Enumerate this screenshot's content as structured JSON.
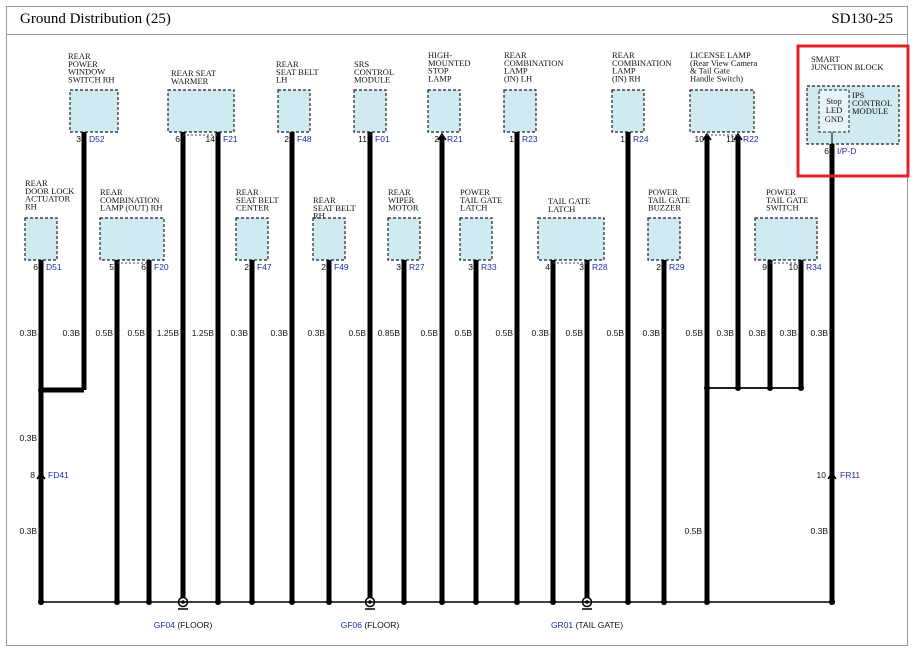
{
  "header": {
    "title": "Ground Distribution (25)",
    "code": "SD130-25"
  },
  "components": [
    {
      "name": "rear-power-window-switch-rh",
      "label": [
        "REAR",
        "POWER",
        "WINDOW",
        "SWITCH RH"
      ],
      "pins": [
        {
          "pin": "3"
        }
      ],
      "connector": "D52",
      "wire": "0.3B"
    },
    {
      "name": "rear-seat-warmer",
      "label": [
        "REAR SEAT",
        "WARMER"
      ],
      "pins": [
        {
          "pin": "6"
        },
        {
          "pin": "14"
        }
      ],
      "connector": "F21",
      "wires": [
        "1.25B",
        "1.25B"
      ]
    },
    {
      "name": "rear-seat-belt-lh",
      "label": [
        "REAR",
        "SEAT BELT",
        "LH"
      ],
      "pins": [
        {
          "pin": "2"
        }
      ],
      "connector": "F48",
      "wire": "0.3B"
    },
    {
      "name": "srs-control-module",
      "label": [
        "SRS",
        "CONTROL",
        "MODULE"
      ],
      "pins": [
        {
          "pin": "11"
        }
      ],
      "connector": "F01",
      "wire": "0.5B"
    },
    {
      "name": "high-mounted-stop-lamp",
      "label": [
        "HIGH-",
        "MOUNTED",
        "STOP",
        "LAMP"
      ],
      "pins": [
        {
          "pin": "2"
        }
      ],
      "connector": "R21",
      "wire": "0.5B"
    },
    {
      "name": "rear-combination-lamp-in-lh",
      "label": [
        "REAR",
        "COMBINATION",
        "LAMP",
        "(IN) LH"
      ],
      "pins": [
        {
          "pin": "1"
        }
      ],
      "connector": "R23",
      "wire": "0.5B"
    },
    {
      "name": "rear-combination-lamp-in-rh",
      "label": [
        "REAR",
        "COMBINATION",
        "LAMP",
        "(IN) RH"
      ],
      "pins": [
        {
          "pin": "1"
        }
      ],
      "connector": "R24",
      "wire": "0.5B"
    },
    {
      "name": "license-lamp",
      "label": [
        "LICENSE LAMP",
        "(Rear View Camera",
        "& Tail Gate",
        "Handle Switch)"
      ],
      "pins": [
        {
          "pin": "10"
        },
        {
          "pin": "11"
        }
      ],
      "connector": "R22",
      "wires": [
        "0.5B",
        "0.3B"
      ]
    },
    {
      "name": "smart-junction-block",
      "label": [
        "SMART",
        "JUNCTION BLOCK"
      ],
      "inner": {
        "left": [
          "Stop",
          "LED",
          "GND"
        ],
        "right": [
          "IPS",
          "CONTROL",
          "MODULE"
        ]
      },
      "pins": [
        {
          "pin": "6"
        }
      ],
      "connector": "I/P-D",
      "wire": "0.3B"
    },
    {
      "name": "rear-door-lock-actuator-rh",
      "label": [
        "REAR",
        "DOOR LOCK",
        "ACTUATOR",
        "RH"
      ],
      "pins": [
        {
          "pin": "6"
        }
      ],
      "connector": "D51",
      "wire": "0.3B"
    },
    {
      "name": "rear-combination-lamp-out-rh",
      "label": [
        "REAR",
        "COMBINATION",
        "LAMP (OUT) RH"
      ],
      "pins": [
        {
          "pin": "5"
        },
        {
          "pin": "6"
        }
      ],
      "connector": "F20",
      "wires": [
        "0.5B",
        "0.5B"
      ]
    },
    {
      "name": "rear-seat-belt-center",
      "label": [
        "REAR",
        "SEAT BELT",
        "CENTER"
      ],
      "pins": [
        {
          "pin": "2"
        }
      ],
      "connector": "F47",
      "wire": "0.3B"
    },
    {
      "name": "rear-seat-belt-rh",
      "label": [
        "REAR",
        "SEAT BELT",
        "RH"
      ],
      "pins": [
        {
          "pin": "2"
        }
      ],
      "connector": "F49",
      "wire": "0.3B"
    },
    {
      "name": "rear-wiper-motor",
      "label": [
        "REAR",
        "WIPER",
        "MOTOR"
      ],
      "pins": [
        {
          "pin": "3"
        }
      ],
      "connector": "R27",
      "wire": "0.85B"
    },
    {
      "name": "power-tail-gate-latch",
      "label": [
        "POWER",
        "TAIL GATE",
        "LATCH"
      ],
      "pins": [
        {
          "pin": "3"
        }
      ],
      "connector": "R33",
      "wire": "0.5B"
    },
    {
      "name": "tail-gate-latch",
      "label": [
        "TAIL GATE",
        "LATCH"
      ],
      "pins": [
        {
          "pin": "4"
        },
        {
          "pin": "3"
        }
      ],
      "connector": "R28",
      "wires": [
        "0.3B",
        "0.5B"
      ]
    },
    {
      "name": "power-tail-gate-buzzer",
      "label": [
        "POWER",
        "TAIL GATE",
        "BUZZER"
      ],
      "pins": [
        {
          "pin": "2"
        }
      ],
      "connector": "R29",
      "wire": "0.3B"
    },
    {
      "name": "power-tail-gate-switch",
      "label": [
        "POWER",
        "TAIL GATE",
        "SWITCH"
      ],
      "pins": [
        {
          "pin": "9"
        },
        {
          "pin": "10"
        }
      ],
      "connector": "R34",
      "wires": [
        "0.3B",
        "0.3B"
      ]
    }
  ],
  "junctions": [
    {
      "name": "fd41",
      "pin": "8",
      "connector": "FD41",
      "wire_above": "0.3B",
      "wire_below": "0.3B"
    },
    {
      "name": "fr11",
      "pin": "10",
      "connector": "FR11",
      "wire_below": "0.3B"
    }
  ],
  "lower_wires": [
    {
      "label": "0.5B"
    }
  ],
  "grounds": [
    {
      "name": "gf04",
      "code": "GF04",
      "location": "(FLOOR)"
    },
    {
      "name": "gf06",
      "code": "GF06",
      "location": "(FLOOR)"
    },
    {
      "name": "gr01",
      "code": "GR01",
      "location": "(TAIL GATE)"
    }
  ],
  "colors": {
    "component_fill": "#cfeaf0",
    "connector_text": "#1c2fa8",
    "highlight": "#e0232b",
    "wire": "#000000"
  }
}
